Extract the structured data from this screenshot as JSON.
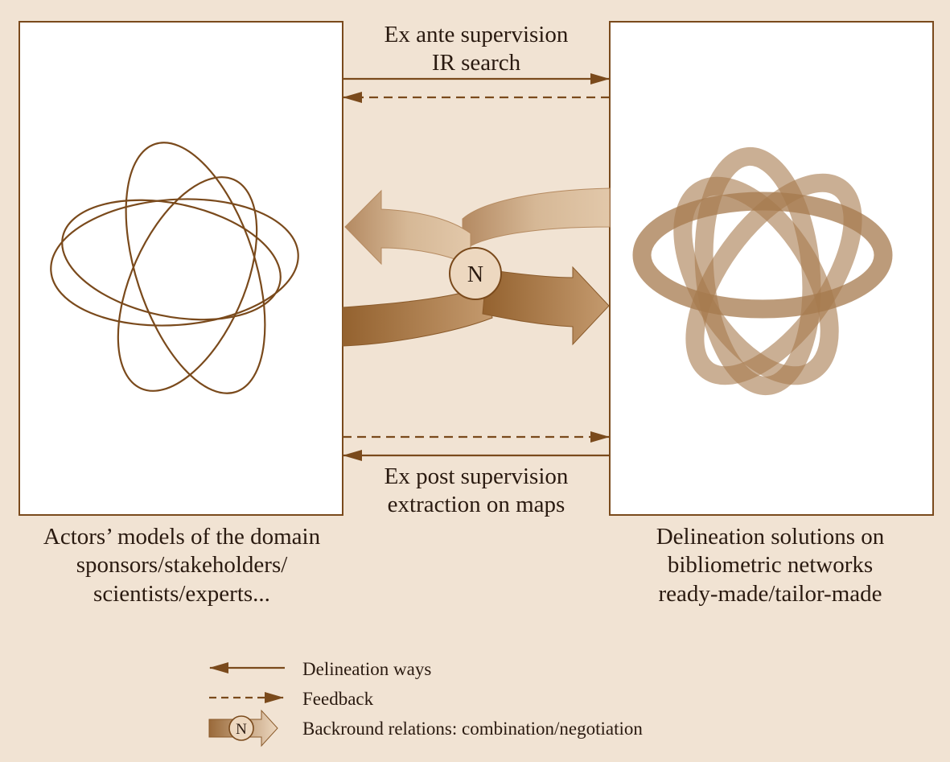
{
  "top_link": {
    "line1": "Ex ante supervision",
    "line2": "IR search"
  },
  "bottom_link": {
    "line1": "Ex post supervision",
    "line2": "extraction on maps"
  },
  "left_box": {
    "caption_line1": "Actors’ models of the domain",
    "caption_line2": "sponsors/stakeholders/",
    "caption_line3": "scientists/experts..."
  },
  "right_box": {
    "caption_line1": "Delineation solutions on",
    "caption_line2": "bibliometric networks",
    "caption_line3": "ready-made/tailor-made"
  },
  "hub": {
    "label": "N"
  },
  "legend": {
    "delineation": "Delineation ways",
    "feedback": "Feedback",
    "background": "Backround relations: combination/negotiation",
    "hub_symbol": "N"
  },
  "colors": {
    "background": "#f1e3d3",
    "line": "#7a4a1c",
    "ring": "#c2a07c",
    "ring_dark": "#a67a4d",
    "arrow_dark": "#9a6a3a",
    "arrow_light": "#e6cfb5"
  }
}
